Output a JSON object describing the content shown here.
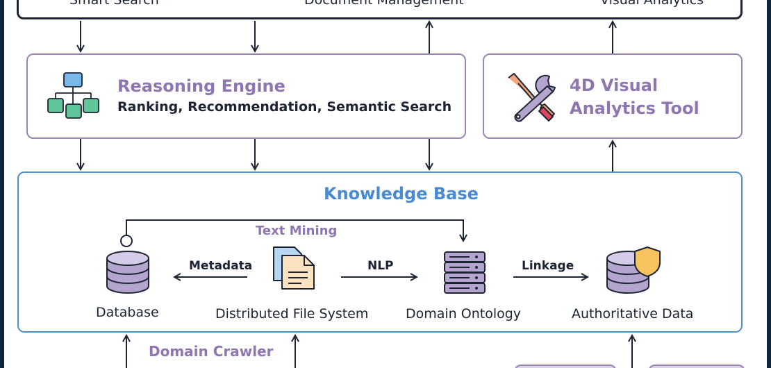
{
  "top_box": {
    "items": [
      "Smart Search",
      "Document Management",
      "Visual Analytics"
    ]
  },
  "reasoning_engine": {
    "title": "Reasoning Engine",
    "subtitle": "Ranking, Recommendation, Semantic Search",
    "icon": "hierarchy-icon"
  },
  "analytics_tool": {
    "title_line1": "4D Visual",
    "title_line2": "Analytics Tool",
    "icon": "wrench-screwdriver-icon"
  },
  "knowledge_base": {
    "title": "Knowledge Base",
    "text_mining": "Text Mining",
    "nodes": {
      "database": "Database",
      "dfs": "Distributed File System",
      "ontology": "Domain Ontology",
      "authoritative": "Authoritative Data"
    },
    "edges": {
      "metadata": "Metadata",
      "nlp": "NLP",
      "linkage": "Linkage"
    }
  },
  "bottom": {
    "domain_crawler": "Domain Crawler"
  },
  "colors": {
    "dark": "#1c2433",
    "purple": "#9a84b6",
    "blue": "#4e8fd2",
    "outer_frame": "#10263f"
  }
}
